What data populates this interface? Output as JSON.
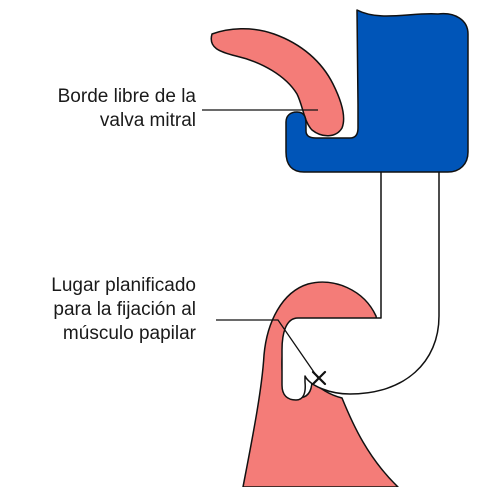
{
  "labels": {
    "valve_edge": [
      "Borde libre de la",
      "valva mitral"
    ],
    "attachment_site": [
      "Lugar planificado",
      "para la fijación al",
      "músculo papilar"
    ]
  },
  "colors": {
    "device_blue": "#0055B8",
    "tissue_pink": "#F47C78",
    "outline": "#111111",
    "background": "#FFFFFF"
  },
  "markers": {
    "attachment_point_symbol": "x-mark"
  }
}
